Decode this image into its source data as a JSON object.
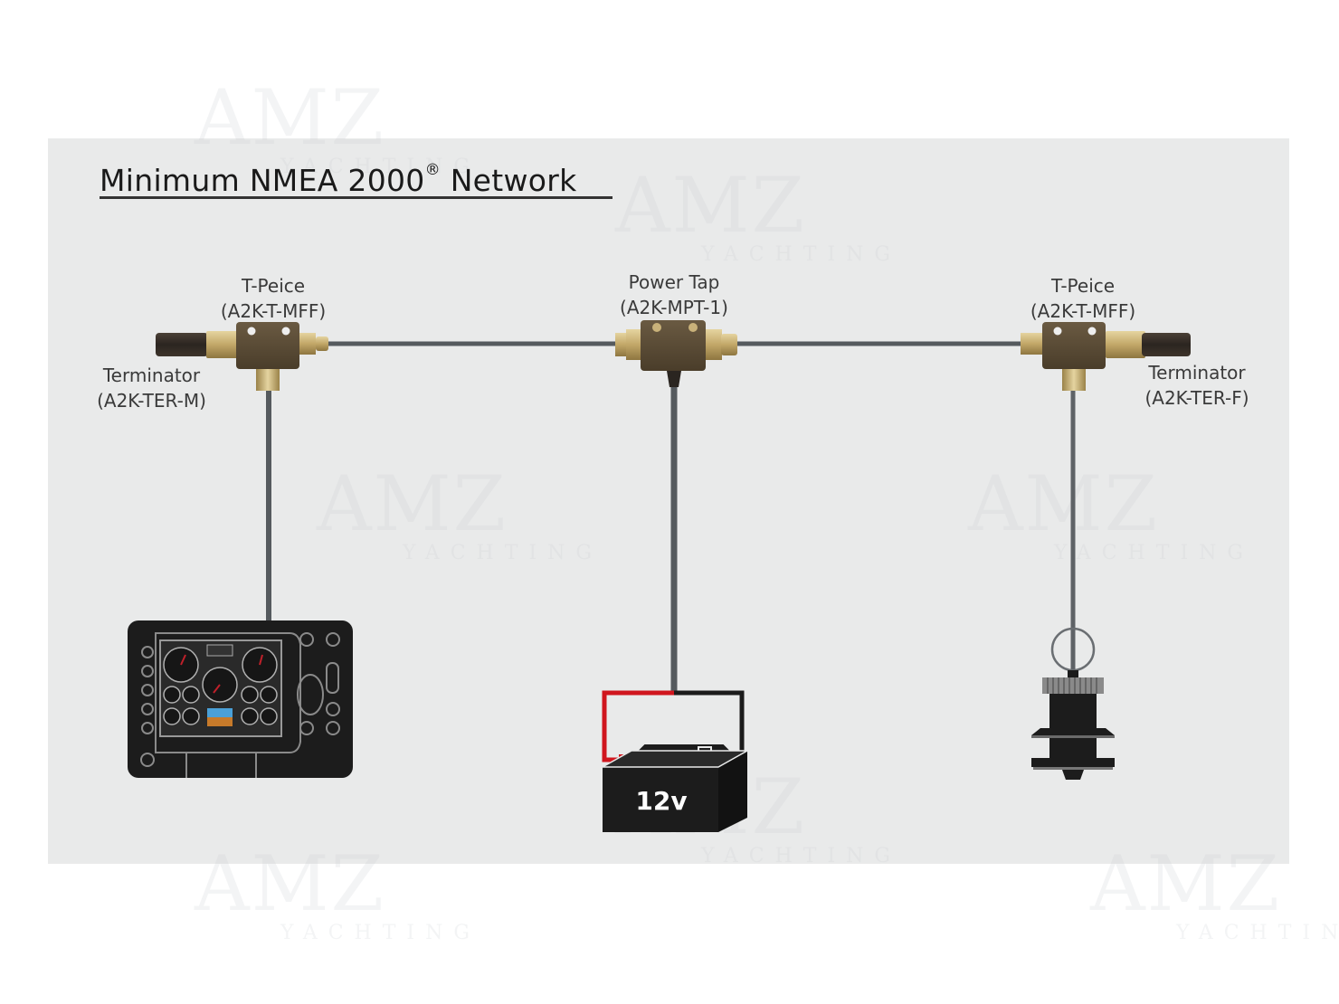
{
  "title": {
    "text": "Minimum NMEA 2000",
    "registered_mark": "®",
    "suffix": "Network"
  },
  "watermark": {
    "brand": "AMZ",
    "sub": "YACHTING"
  },
  "components": {
    "tpiece_left": {
      "name": "T-Peice",
      "part": "(A2K-T-MFF)"
    },
    "power_tap": {
      "name": "Power Tap",
      "part": "(A2K-MPT-1)"
    },
    "tpiece_right": {
      "name": "T-Peice",
      "part": "(A2K-T-MFF)"
    },
    "terminator_left": {
      "name": "Terminator",
      "part": "(A2K-TER-M)"
    },
    "terminator_right": {
      "name": "Terminator",
      "part": "(A2K-TER-F)"
    },
    "battery": {
      "label": "12v"
    }
  },
  "colors": {
    "panel_bg": "#e9eaea",
    "cable": "#555a5e",
    "connector_body": "#5a4b35",
    "brass": "#c9b27a",
    "positive_wire": "#d0161e",
    "negative_wire": "#1b1b1b",
    "device_black": "#1c1c1c"
  }
}
